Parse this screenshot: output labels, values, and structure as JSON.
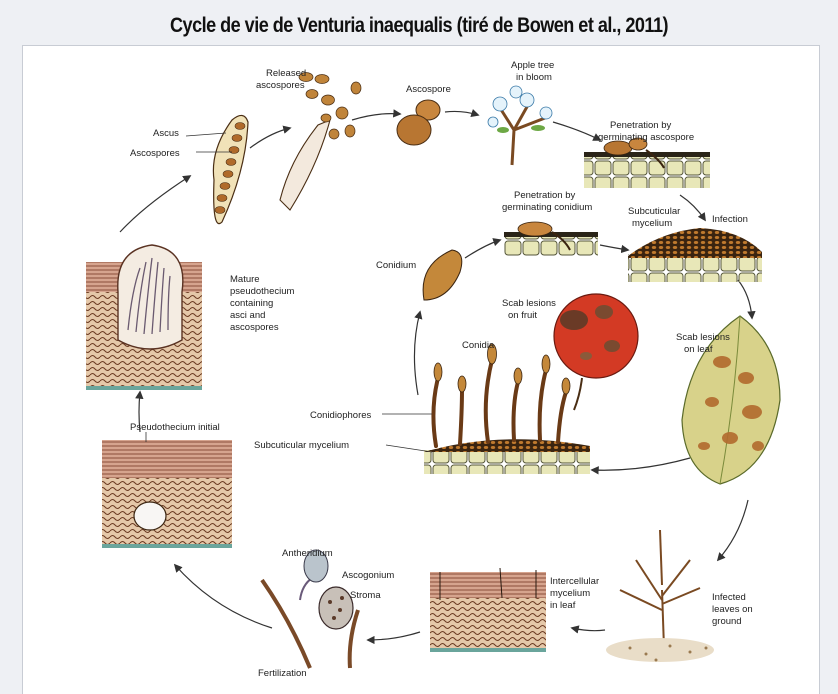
{
  "title": "Cycle de vie de Venturia inaequalis (tiré de Bowen et al., 2011)",
  "labels": {
    "released": [
      "Released",
      "ascospores"
    ],
    "ascus": "Ascus",
    "ascospores": "Ascospores",
    "ascospore": "Ascospore",
    "apple_tree": [
      "Apple tree",
      "in bloom"
    ],
    "penetration_ascospore": [
      "Penetration by",
      "germinating ascospore"
    ],
    "penetration_conidium": [
      "Penetration by",
      "germinating conidium"
    ],
    "subcuticular_mycelium_top": [
      "Subcuticular",
      "mycelium"
    ],
    "infection": "Infection",
    "mature_pseudothecium": [
      "Mature",
      "pseudothecium",
      "containing",
      "asci and",
      "ascospores"
    ],
    "conidium": "Conidium",
    "scab_fruit": [
      "Scab lesions",
      "on fruit"
    ],
    "scab_leaf": [
      "Scab lesions",
      "on leaf"
    ],
    "conidia": "Conidia",
    "conidiophores": "Conidiophores",
    "subcuticular_mycelium_bottom": "Subcuticular mycelium",
    "pseudothecium_initial": "Pseudothecium initial",
    "antheridium": "Antheridium",
    "ascogonium": "Ascogonium",
    "stroma": "Stroma",
    "intercellular": [
      "Intercellular",
      "mycelium",
      "in leaf"
    ],
    "infected_leaves": [
      "Infected",
      "leaves on",
      "ground"
    ],
    "fertilization": "Fertilization"
  }
}
